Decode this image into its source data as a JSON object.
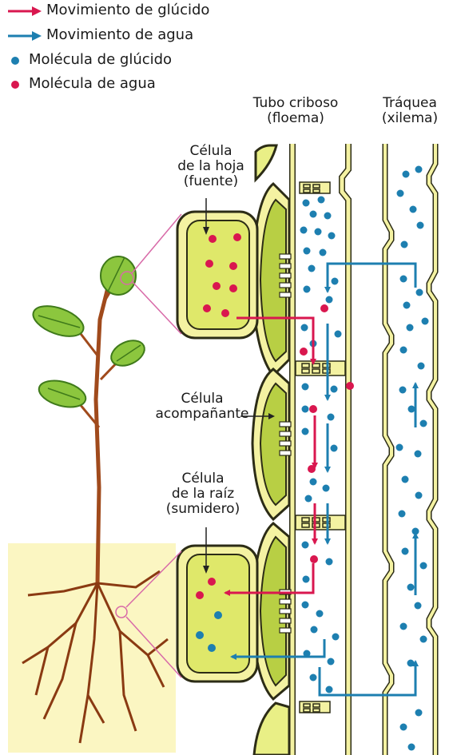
{
  "legend": {
    "sugar_movement": "Movimiento de glúcido",
    "water_movement": "Movimiento de agua",
    "sugar_molecule": "Molécula de glúcido",
    "water_molecule": "Molécula de agua"
  },
  "labels": {
    "phloem_title_1": "Tubo criboso",
    "phloem_title_2": "(floema)",
    "xylem_title_1": "Tráquea",
    "xylem_title_2": "(xilema)",
    "leaf_cell_1": "Célula",
    "leaf_cell_2": "de la hoja",
    "leaf_cell_3": "(fuente)",
    "companion_1": "Célula",
    "companion_2": "acompañante",
    "root_cell_1": "Célula",
    "root_cell_2": "de la raíz",
    "root_cell_3": "(sumidero)"
  },
  "colors": {
    "sugar": "#d9174f",
    "water": "#1d7fb0",
    "cell_fill": "#e9ef86",
    "cell_wall": "#f4f2a2",
    "outline": "#2c2c16",
    "stem": "#a04a1c",
    "leaf": "#8cc63e",
    "soil": "#fbf6c2",
    "zoom_line": "#d86aa8"
  }
}
